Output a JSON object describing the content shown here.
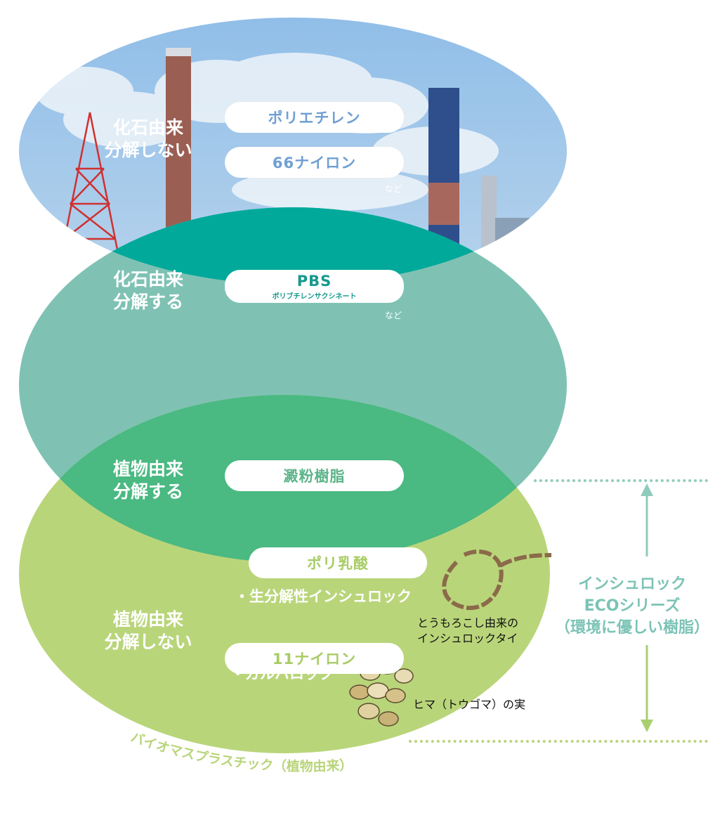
{
  "regions": {
    "fossil_nondegradable": {
      "category": [
        "化石由来",
        "分解しない"
      ],
      "materials": [
        "ポリエチレン",
        "66ナイロン"
      ],
      "note": "など"
    },
    "fossil_degradable": {
      "category": [
        "化石由来",
        "分解する"
      ],
      "material": "PBS",
      "material_sub": "ポリブチレンサクシネート",
      "note": "など"
    },
    "plant_degradable": {
      "category": [
        "植物由来",
        "分解する"
      ],
      "materials": [
        "澱粉樹脂",
        "ポリ乳酸"
      ],
      "products": [
        "・生分解性インシュロック"
      ]
    },
    "plant_nondegradable": {
      "category": [
        "植物由来",
        "分解しない"
      ],
      "materials": [
        "11ナイロン"
      ],
      "products": [
        "・ガルバロック"
      ]
    }
  },
  "images": {
    "corn_tie_caption": [
      "とうもろこし由来の",
      "インシュロックタイ"
    ],
    "castor_caption": "ヒマ（トウゴマ）の実"
  },
  "eco_series": {
    "label": [
      "インシュロック",
      "ECOシリーズ",
      "（環境に優しい樹脂）"
    ],
    "color": "#7cc3b6"
  },
  "biomass_label": "バイオマスプラスチック（植物由来）",
  "colors": {
    "sky": "#9cc4e6",
    "teal_dark": "#00a99a",
    "teal_mid": "#7fc2b4",
    "green_overlap": "#4ab982",
    "lime": "#b9d57a",
    "pill_text_blue": "#6f9fd4",
    "pill_text_teal": "#17998c",
    "pill_text_green": "#5cb489",
    "pill_text_lime": "#a8cc66"
  }
}
